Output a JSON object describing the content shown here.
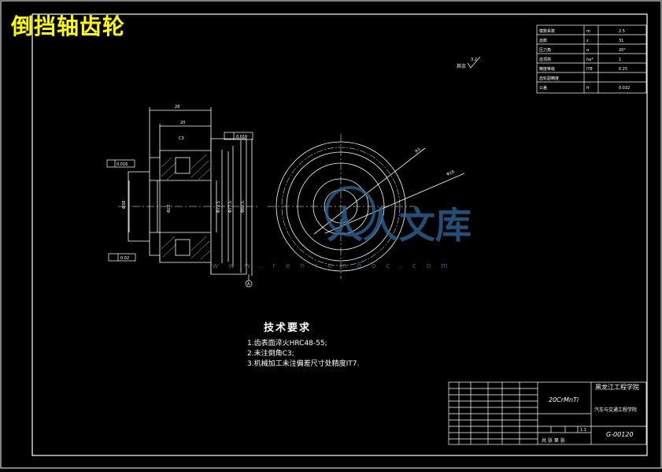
{
  "title": "倒挡轴齿轮",
  "tech_requirements": {
    "heading": "技术要求",
    "items": [
      "1.齿表面淬火HRC48-55;",
      "2.未注倒角C3;",
      "3.机械加工未注偏差尺寸处精度IT7."
    ]
  },
  "roughness_note": "其余",
  "roughness_value": "3.2",
  "param_table": {
    "rows": [
      {
        "name": "模数系数",
        "sym": "m",
        "val": "2.5"
      },
      {
        "name": "齿数",
        "sym": "z",
        "val": "31"
      },
      {
        "name": "压力角",
        "sym": "α",
        "val": "20°"
      },
      {
        "name": "齿顶高",
        "sym": "ha*",
        "val": "1"
      },
      {
        "name": "精度等级",
        "sym": "IT8",
        "val": "0.25"
      },
      {
        "name": "齿轮副精度",
        "sym": "",
        "val": ""
      },
      {
        "name": "公差",
        "sym": "fr",
        "val": "0.032"
      }
    ]
  },
  "title_block": {
    "material": "20CrMnTi",
    "school": "黑龙江工程学院",
    "project": "汽车与交通工程学院",
    "drawing_no": "G-00120",
    "scale": "1:1",
    "sheet_label": "共  张  第  张"
  },
  "dims": {
    "overall_width": "28",
    "inner_width": "20",
    "chamfer": "C3",
    "hub_dia": "Φ38",
    "bore_dia": "Φ22",
    "tooth_dia": "Φ72.5",
    "root_dia": "Φ77.5",
    "pitch_dia": "Φ82.5",
    "radius1": "R3",
    "radius2": "Φ18",
    "runout": "0.016",
    "parallel": "0.02",
    "tol_left": "0.016",
    "datum": "A"
  },
  "watermark": {
    "brand": "人人文库",
    "url": "w w w . r e n r e n d o c . c o m"
  }
}
